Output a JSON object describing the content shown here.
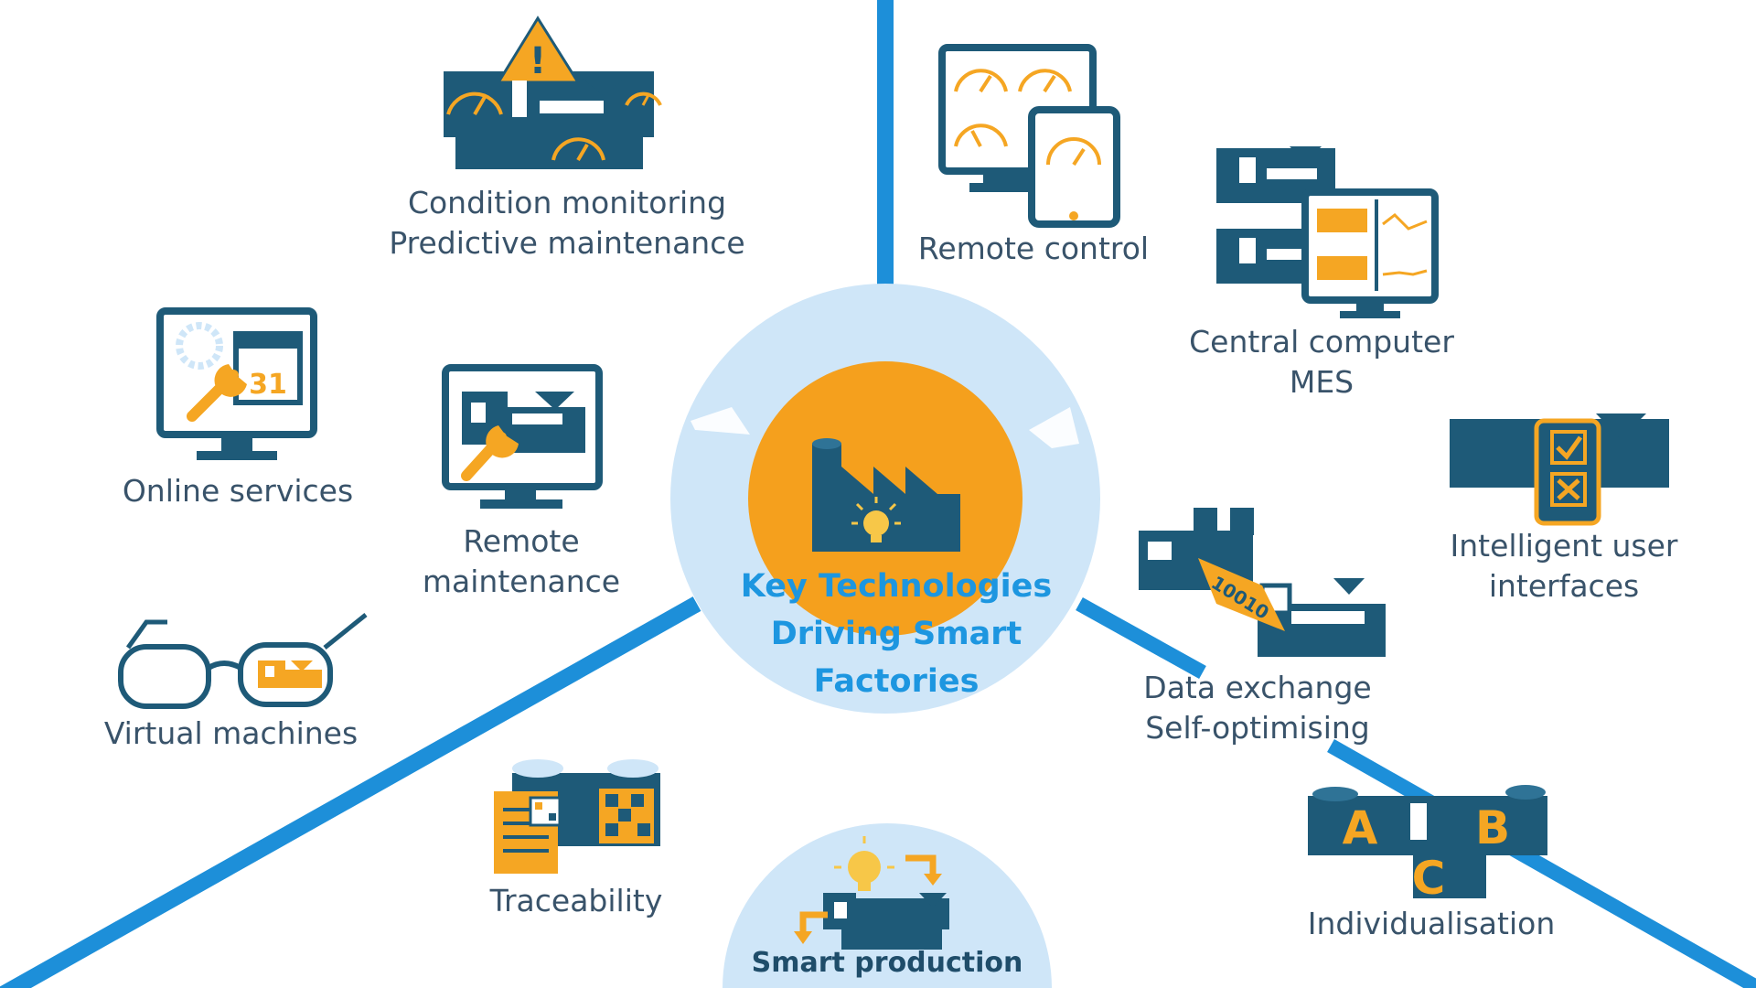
{
  "colors": {
    "accent_blue": "#1d8fd9",
    "hub_light_blue": "#cfe6f8",
    "teal_dark": "#1e5a78",
    "orange": "#f5a623",
    "label_gray": "#39536a"
  },
  "center": {
    "title_lines": [
      "Key Technologies",
      "Driving Smart",
      "Factories"
    ],
    "icon": "factory-lightbulb-icon"
  },
  "bottom_hub": {
    "label": "Smart production",
    "icon": "machine-lightbulb-cycle-icon"
  },
  "items": [
    {
      "id": "condition",
      "lines": [
        "Condition monitoring",
        "Predictive maintenance"
      ],
      "icon": "warning-gauges-machine-icon"
    },
    {
      "id": "remote-control",
      "lines": [
        "Remote control"
      ],
      "icon": "monitor-tablet-gauges-icon"
    },
    {
      "id": "central",
      "lines": [
        "Central computer",
        "MES"
      ],
      "icon": "machines-monitor-charts-icon"
    },
    {
      "id": "online",
      "lines": [
        "Online services"
      ],
      "icon": "monitor-calendar-wrench-icon"
    },
    {
      "id": "remote-maint",
      "lines": [
        "Remote",
        "maintenance"
      ],
      "icon": "monitor-machine-wrench-icon"
    },
    {
      "id": "intelligent",
      "lines": [
        "Intelligent user",
        "interfaces"
      ],
      "icon": "machine-checklist-icon"
    },
    {
      "id": "virtual",
      "lines": [
        "Virtual machines"
      ],
      "icon": "glasses-machine-icon"
    },
    {
      "id": "data-exchange",
      "lines": [
        "Data exchange",
        "Self-optimising"
      ],
      "icon": "machines-binary-data-icon"
    },
    {
      "id": "traceability",
      "lines": [
        "Traceability"
      ],
      "icon": "machine-qr-document-icon"
    },
    {
      "id": "individualisation",
      "lines": [
        "Individualisation"
      ],
      "icon": "abc-blocks-machine-icon"
    }
  ],
  "glyphs": {
    "warning": "!",
    "calendar_day": "31",
    "binary": "10010",
    "letter_a": "A",
    "letter_b": "B",
    "letter_c": "C"
  }
}
